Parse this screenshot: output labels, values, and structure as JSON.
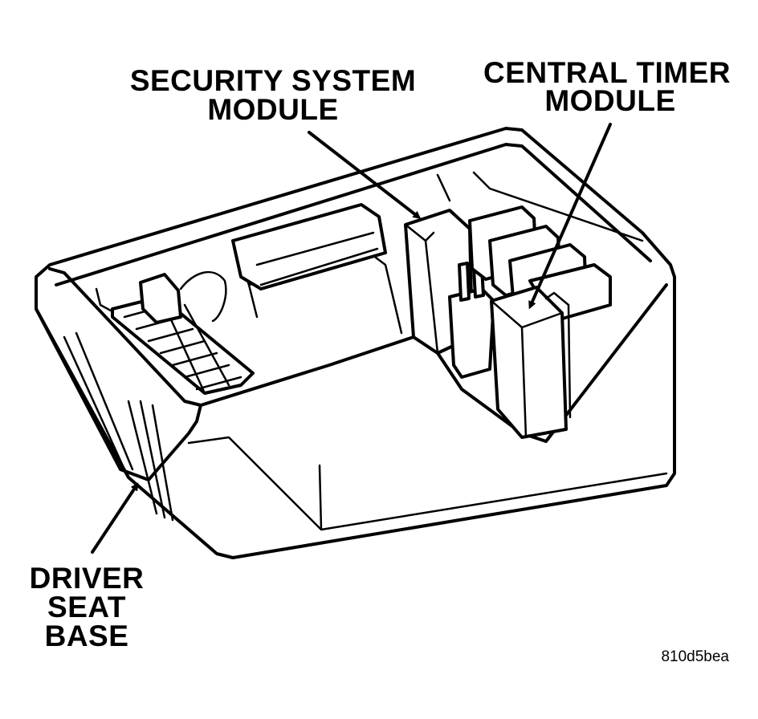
{
  "labels": {
    "security_module_line1": "SECURITY SYSTEM",
    "security_module_line2": "MODULE",
    "central_timer_line1": "CENTRAL TIMER",
    "central_timer_line2": "MODULE",
    "driver_seat_line1": "DRIVER",
    "driver_seat_line2": "SEAT",
    "driver_seat_line3": "BASE"
  },
  "figure_id": "810d5bea",
  "colors": {
    "ink": "#000000",
    "paper": "#ffffff"
  }
}
